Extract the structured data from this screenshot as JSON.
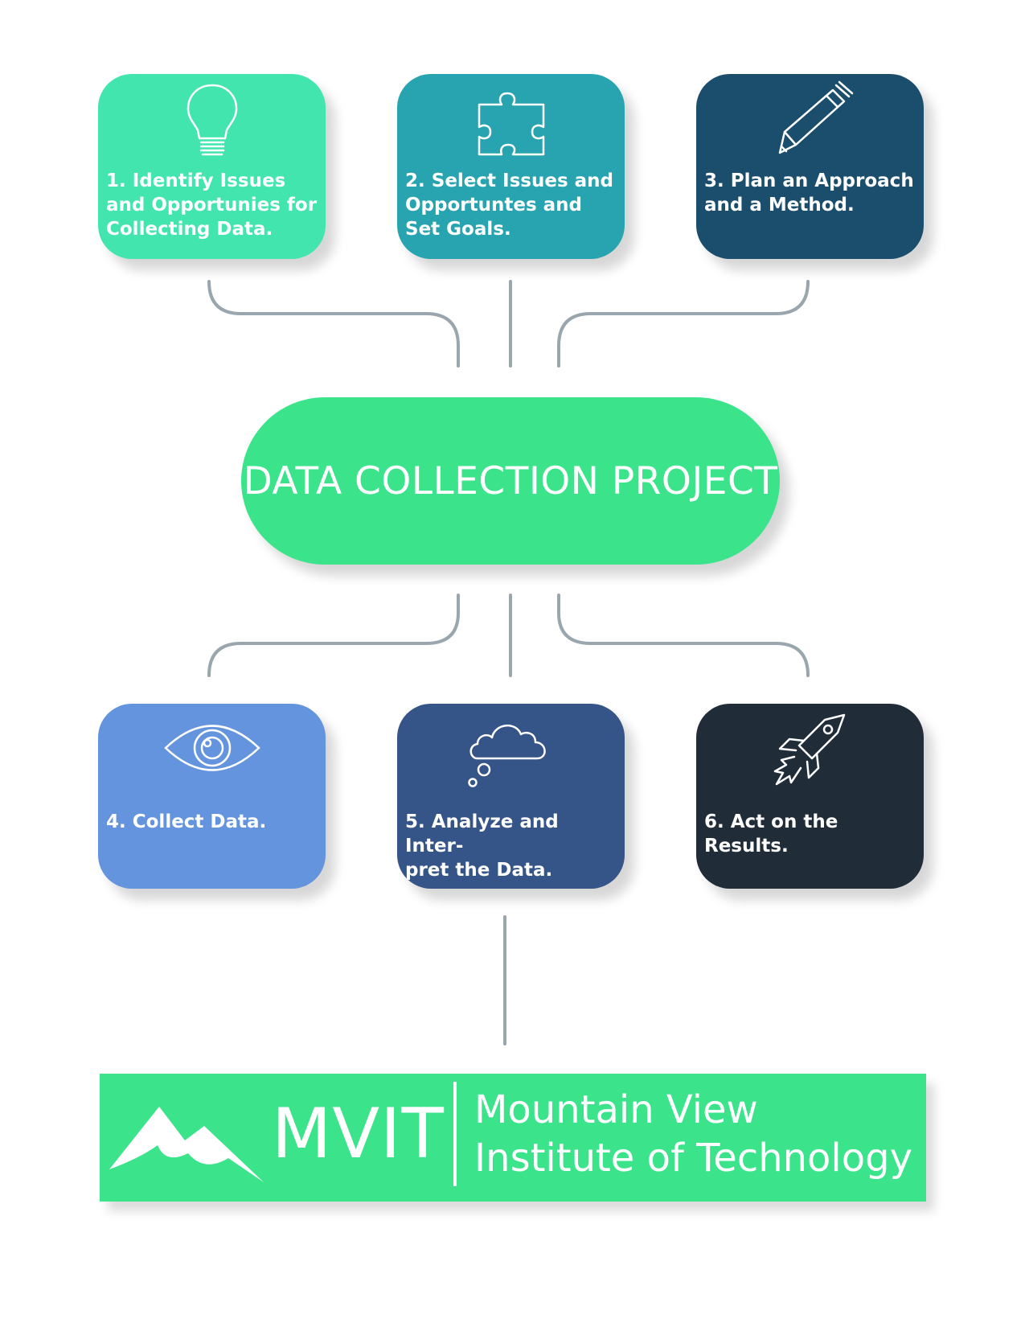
{
  "diagram": {
    "title": "DATA COLLECTION PROJECT",
    "steps": [
      {
        "label": "1. Identify Issues\nand Opportunies for\nCollecting Data.",
        "icon": "lightbulb-icon",
        "color": "#41e5ad"
      },
      {
        "label": "2. Select Issues and\nOpportuntes and\nSet Goals.",
        "icon": "puzzle-piece-icon",
        "color": "#27a4b0"
      },
      {
        "label": "3. Plan an Approach\nand a Method.",
        "icon": "pencil-icon",
        "color": "#1b4e6d"
      },
      {
        "label": "4. Collect Data.",
        "icon": "eye-icon",
        "color": "#6494de"
      },
      {
        "label": "5. Analyze and Inter-\npret the Data.",
        "icon": "thought-cloud-icon",
        "color": "#355487"
      },
      {
        "label": "6. Act on the Results.",
        "icon": "rocket-icon",
        "color": "#212c39"
      }
    ],
    "hub_color": "#3be48b",
    "connector_color": "#9aa6ad"
  },
  "footer": {
    "abbreviation": "MVIT",
    "name_line1": "Mountain View",
    "name_line2": "Institute of Technology",
    "logo": "mountain-logo-icon",
    "color": "#3be48b"
  }
}
